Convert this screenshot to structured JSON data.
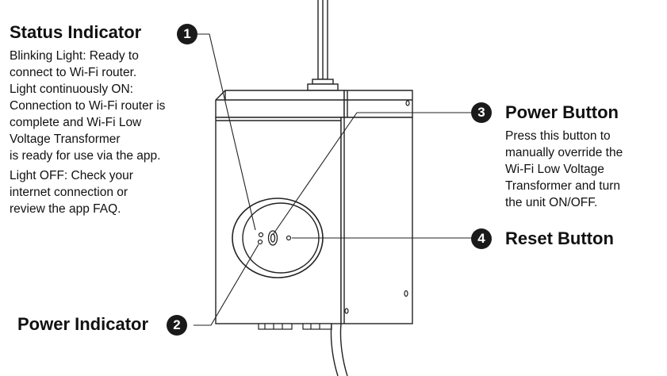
{
  "callouts": {
    "status_indicator": {
      "number": "1",
      "title": "Status Indicator",
      "lines": [
        "Blinking Light: Ready to",
        "connect to Wi-Fi router.",
        "Light continuously ON:",
        "Connection to Wi-Fi router is",
        "complete and Wi-Fi Low",
        "Voltage Transformer",
        "is ready for use via the app.",
        "Light OFF: Check your",
        "internet connection or",
        "review the app FAQ."
      ]
    },
    "power_indicator": {
      "number": "2",
      "title": "Power Indicator"
    },
    "power_button": {
      "number": "3",
      "title": "Power Button",
      "lines": [
        "Press this button to",
        "manually override the",
        "Wi-Fi Low Voltage",
        "Transformer and turn",
        "the unit ON/OFF."
      ]
    },
    "reset_button": {
      "number": "4",
      "title": "Reset Button"
    }
  }
}
